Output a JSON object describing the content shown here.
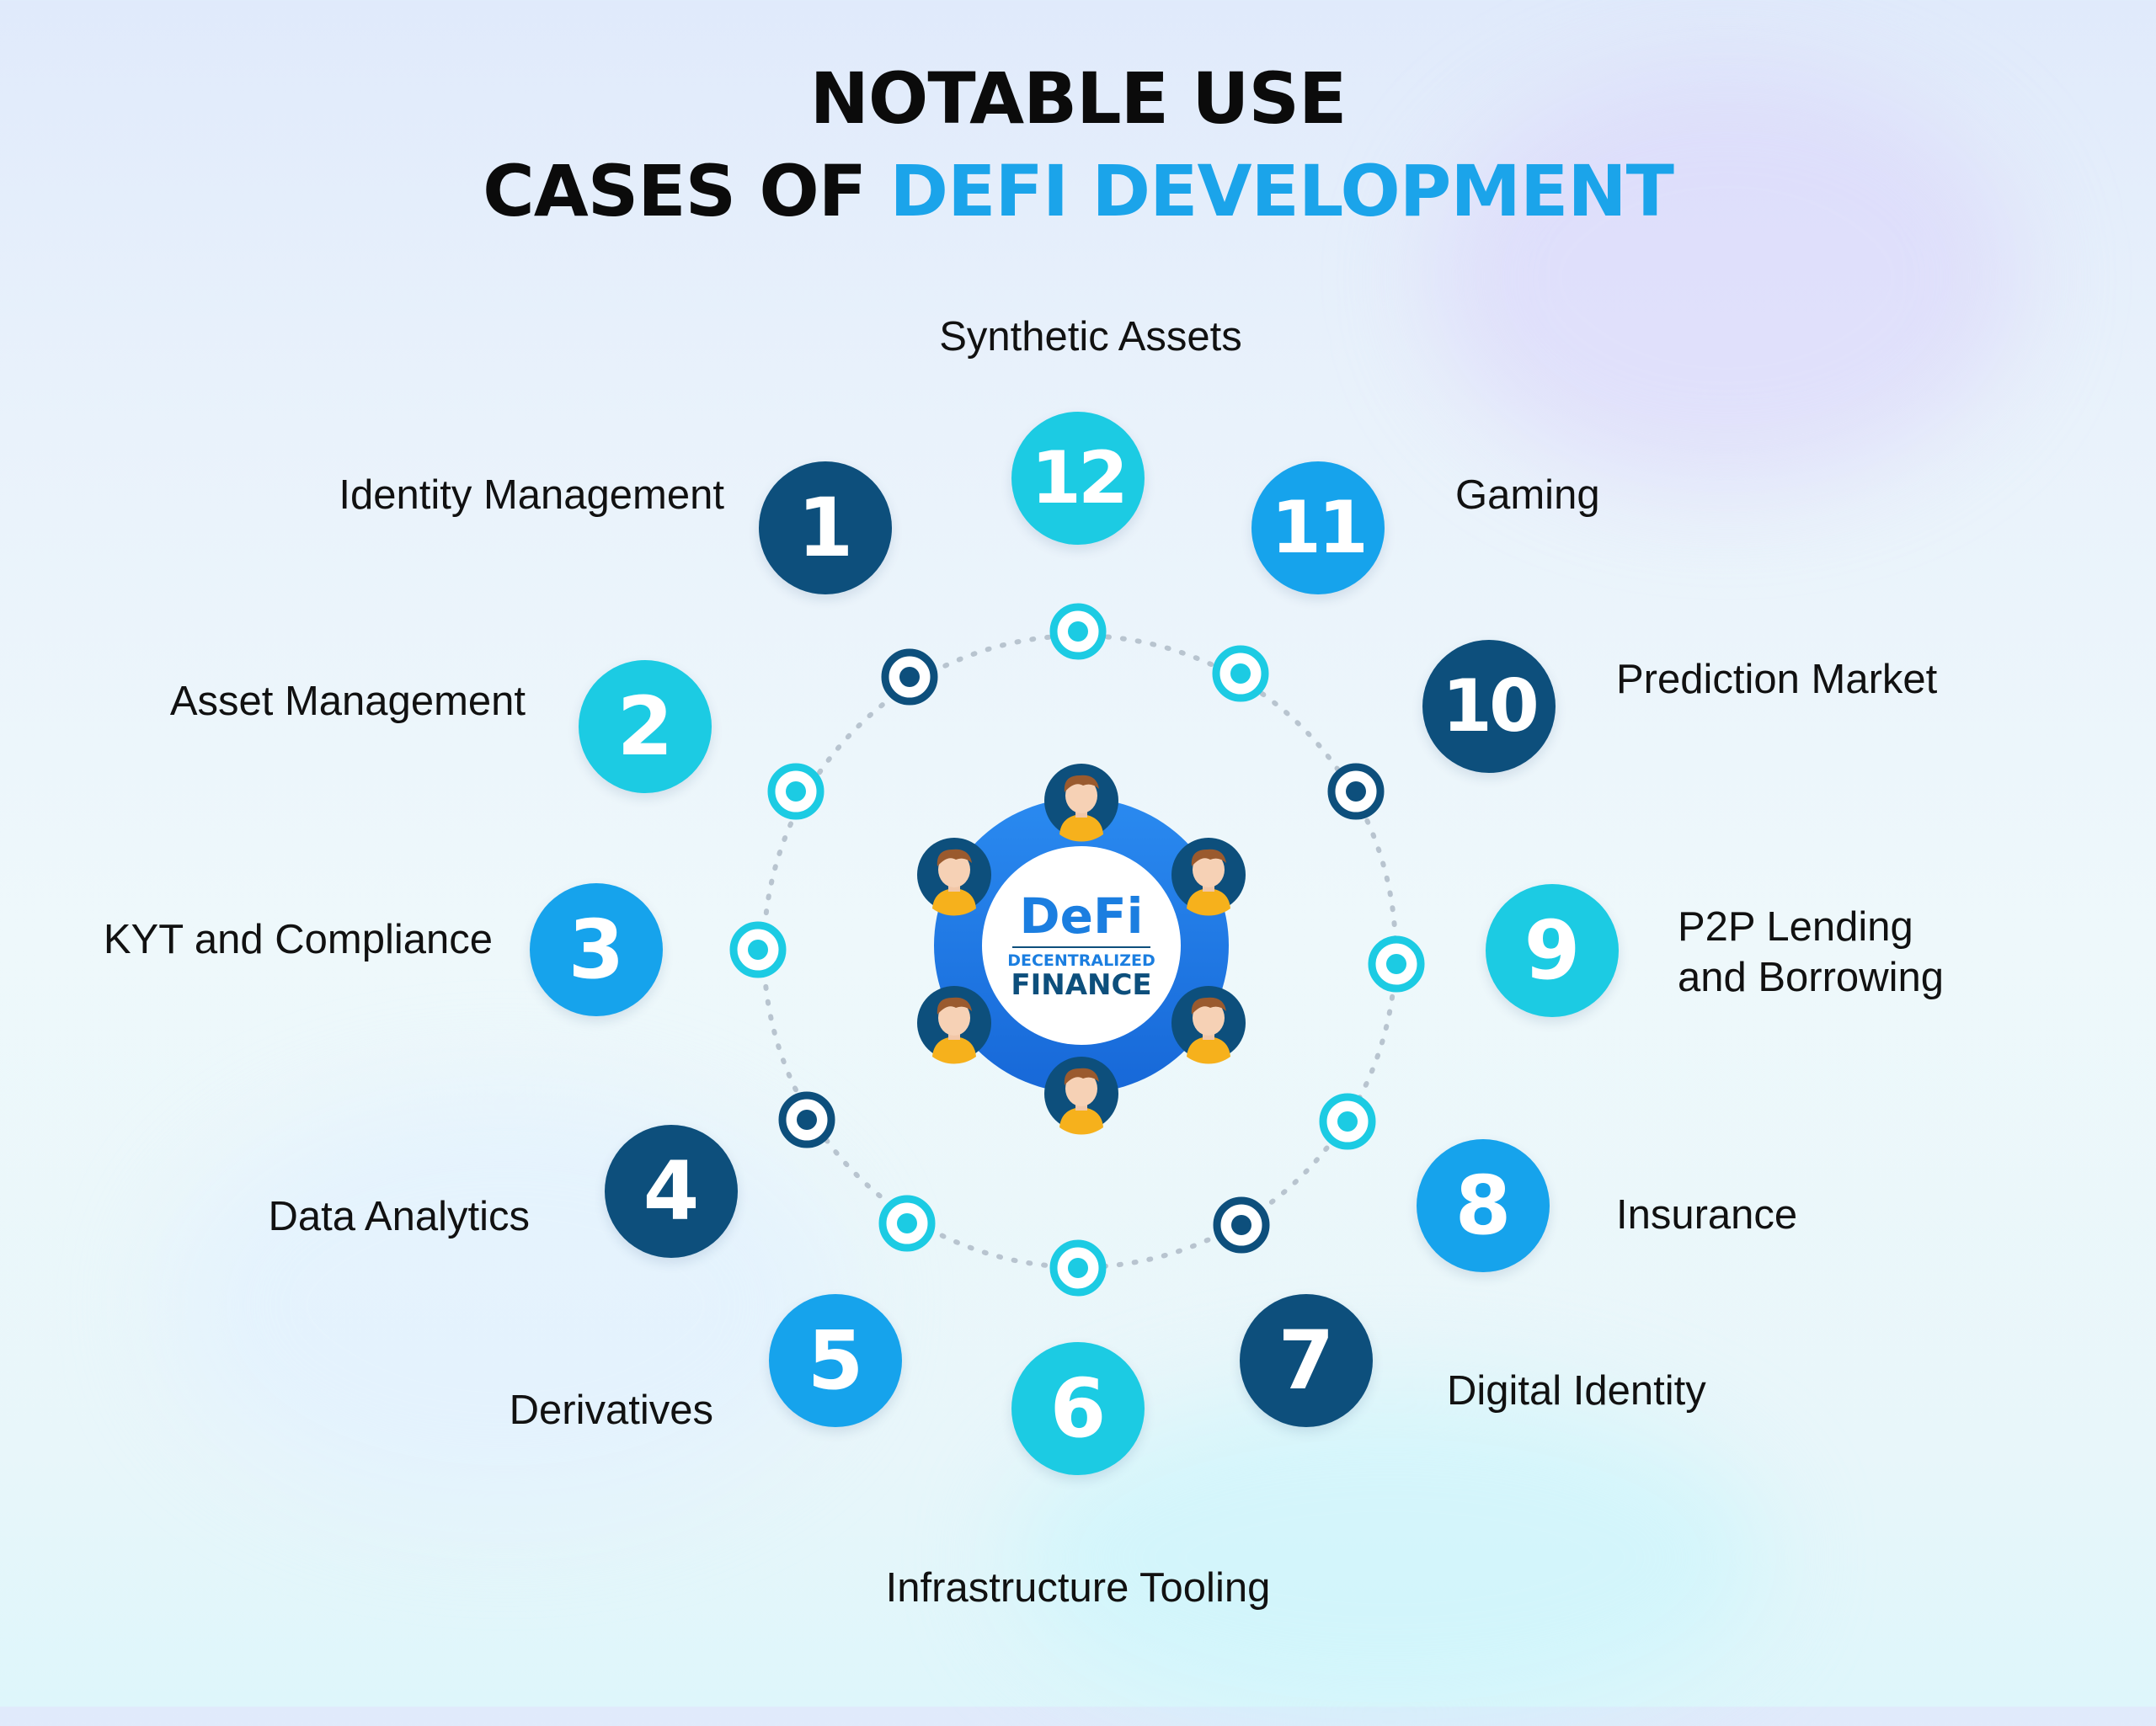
{
  "title": {
    "line1": "NOTABLE USE",
    "line2_plain": "CASES OF ",
    "line2_accent": "DEFI DEVELOPMENT"
  },
  "hub": {
    "logo": "DeFi",
    "line1": "DECENTRALIZED",
    "line2": "FINANCE"
  },
  "use_cases": [
    {
      "number": "1",
      "label": "Identity Management"
    },
    {
      "number": "2",
      "label": "Asset Management"
    },
    {
      "number": "3",
      "label": "KYT and Compliance"
    },
    {
      "number": "4",
      "label": "Data Analytics"
    },
    {
      "number": "5",
      "label": "Derivatives"
    },
    {
      "number": "6",
      "label": "Infrastructure Tooling"
    },
    {
      "number": "7",
      "label": "Digital Identity"
    },
    {
      "number": "8",
      "label": "Insurance"
    },
    {
      "number": "9",
      "label_line1": "P2P Lending",
      "label_line2": "and Borrowing"
    },
    {
      "number": "10",
      "label": "Prediction Market"
    },
    {
      "number": "11",
      "label": "Gaming"
    },
    {
      "number": "12",
      "label": "Synthetic Assets"
    }
  ],
  "colors": {
    "dark_blue": "#0d4f7c",
    "cyan": "#1ccbe3",
    "blue": "#16a3ec",
    "title_accent": "#1ba4ea"
  },
  "icons": [
    "avatar-icon",
    "target-dot-icon"
  ]
}
